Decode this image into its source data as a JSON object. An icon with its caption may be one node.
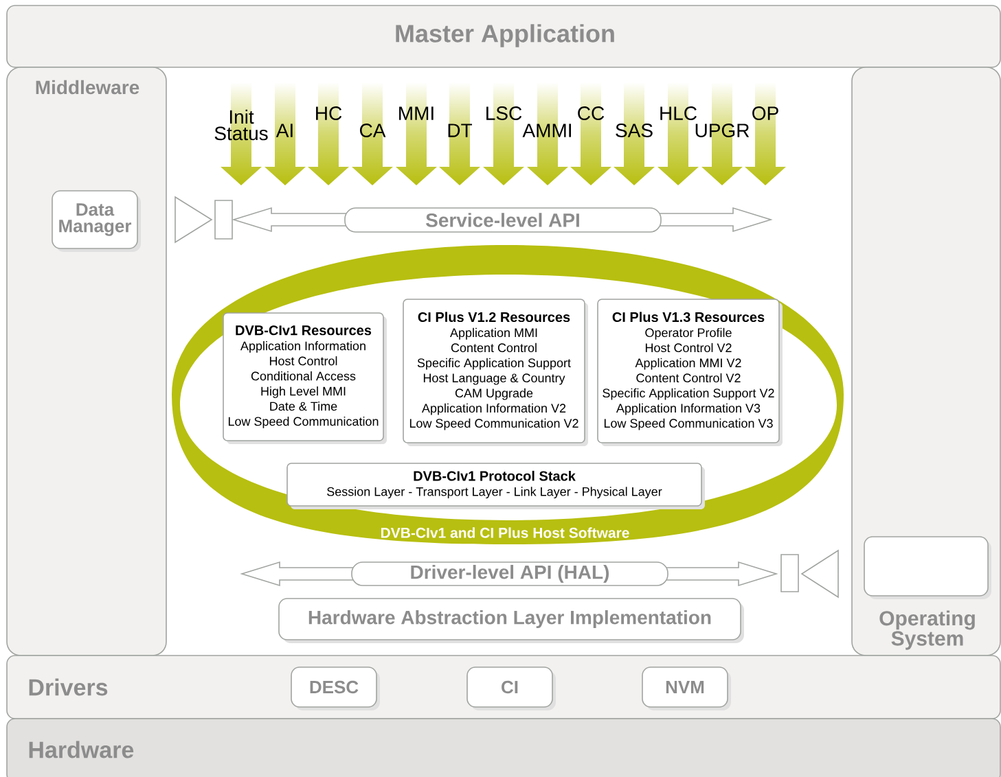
{
  "diagram": {
    "nodes": [
      {
        "text": [
          "Master Application"
        ]
      },
      {
        "text": [
          "Middleware"
        ]
      },
      {
        "text": [
          "Data Manager"
        ],
        "in": 1
      },
      {
        "text": [
          "Operating System"
        ]
      },
      {
        "text": [],
        "shape": "box",
        "in": 3
      },
      {
        "text": [
          "Service-level API"
        ]
      },
      {
        "text": [
          "DVB-CIv1 and CI Plus Host Software"
        ]
      },
      {
        "text": [
          "DVB-CIv1 Resources",
          "Application Information",
          "Host Control",
          "Conditional Access",
          "High Level MMI",
          "Date & Time",
          "Low Speed Communication"
        ],
        "in": 6
      },
      {
        "text": [
          "CI Plus V1.2 Resources",
          "Application MMI",
          "Content Control",
          "Specific Application Support",
          "Host Language & Country",
          "CAM Upgrade",
          "Application Information V2",
          "Low Speed Communication V2"
        ],
        "in": 6
      },
      {
        "text": [
          "CI Plus V1.3 Resources",
          "Operator Profile",
          "Host Control V2",
          "Application MMI V2",
          "Content Control V2",
          "Specific Application Support V2",
          "Application Information V3",
          "Low Speed Communication V3"
        ],
        "in": 6
      },
      {
        "text": [
          "DVB-CIv1 Protocol Stack",
          "Session Layer - Transport Layer - Link Layer - Physical Layer"
        ],
        "in": 6
      },
      {
        "text": [
          "Driver-level API (HAL)"
        ]
      },
      {
        "text": [
          "Hardware Abstraction Layer Implementation"
        ]
      },
      {
        "text": [
          "Drivers"
        ]
      },
      {
        "text": [
          "DESC"
        ],
        "in": 13
      },
      {
        "text": [
          "CI"
        ],
        "in": 13
      },
      {
        "text": [
          "NVM"
        ],
        "in": 13
      },
      {
        "text": [
          "Hardware"
        ]
      }
    ],
    "labels": [
      "Init Status",
      "AI",
      "HC",
      "CA",
      "MMI",
      "DT",
      "LSC",
      "AMMI",
      "CC",
      "SAS",
      "HLC",
      "UPGR",
      "OP"
    ]
  }
}
